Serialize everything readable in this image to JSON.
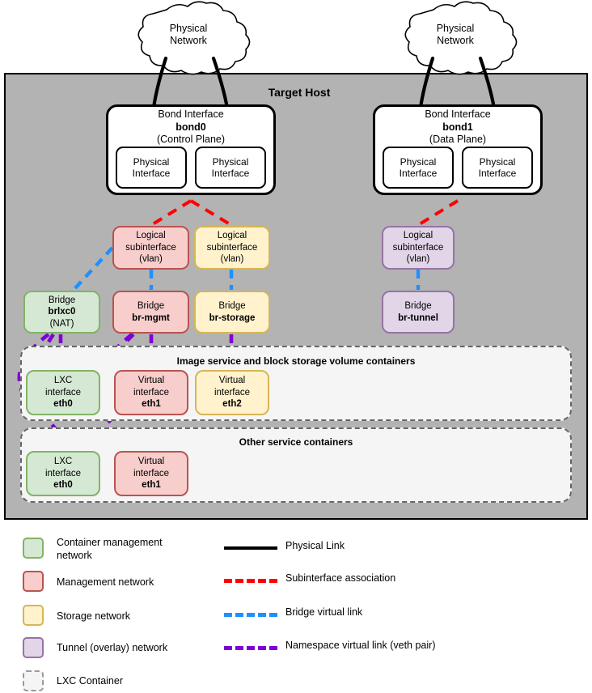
{
  "diagram": {
    "host": {
      "title": "Target Host",
      "bg_color": "#b3b3b3"
    },
    "clouds": [
      {
        "id": "cloud-left",
        "line1": "Physical",
        "line2": "Network"
      },
      {
        "id": "cloud-right",
        "line1": "Physical",
        "line2": "Network"
      }
    ],
    "bonds": [
      {
        "id": "bond0",
        "title": "Bond Interface",
        "name": "bond0",
        "role": "(Control Plane)",
        "ports": [
          {
            "line1": "Physical",
            "line2": "Interface"
          },
          {
            "line1": "Physical",
            "line2": "Interface"
          }
        ]
      },
      {
        "id": "bond1",
        "title": "Bond Interface",
        "name": "bond1",
        "role": "(Data Plane)",
        "ports": [
          {
            "line1": "Physical",
            "line2": "Interface"
          },
          {
            "line1": "Physical",
            "line2": "Interface"
          }
        ]
      }
    ],
    "subinterfaces": [
      {
        "id": "subif-mgmt",
        "line1": "Logical",
        "line2": "subinterface",
        "line3": "(vlan)",
        "color": "red"
      },
      {
        "id": "subif-storage",
        "line1": "Logical",
        "line2": "subinterface",
        "line3": "(vlan)",
        "color": "yellow"
      },
      {
        "id": "subif-tunnel",
        "line1": "Logical",
        "line2": "subinterface",
        "line3": "(vlan)",
        "color": "purple"
      }
    ],
    "bridges": [
      {
        "id": "bridge-brlxc0",
        "line1": "Bridge",
        "name": "brlxc0",
        "line3": "(NAT)",
        "color": "green"
      },
      {
        "id": "bridge-br-mgmt",
        "line1": "Bridge",
        "name": "br-mgmt",
        "line3": "",
        "color": "red"
      },
      {
        "id": "bridge-br-storage",
        "line1": "Bridge",
        "name": "br-storage",
        "line3": "",
        "color": "yellow"
      },
      {
        "id": "bridge-br-tunnel",
        "line1": "Bridge",
        "name": "br-tunnel",
        "line3": "",
        "color": "purple"
      }
    ],
    "container_groups": [
      {
        "id": "group-image-block",
        "title": "Image service and block storage volume containers",
        "interfaces": [
          {
            "id": "ifc-eth0-a",
            "line1": "LXC",
            "line2": "interface",
            "name": "eth0",
            "color": "green"
          },
          {
            "id": "ifc-eth1-a",
            "line1": "Virtual",
            "line2": "interface",
            "name": "eth1",
            "color": "red"
          },
          {
            "id": "ifc-eth2-a",
            "line1": "Virtual",
            "line2": "interface",
            "name": "eth2",
            "color": "yellow"
          }
        ]
      },
      {
        "id": "group-other",
        "title": "Other service containers",
        "interfaces": [
          {
            "id": "ifc-eth0-b",
            "line1": "LXC",
            "line2": "interface",
            "name": "eth0",
            "color": "green"
          },
          {
            "id": "ifc-eth1-b",
            "line1": "Virtual",
            "line2": "interface",
            "name": "eth1",
            "color": "red"
          }
        ]
      }
    ]
  },
  "legend": {
    "swatches": [
      {
        "id": "legend-container-management",
        "label_line1": "Container management",
        "label_line2": "network",
        "fill": "#d5e8d4",
        "stroke": "#82b366"
      },
      {
        "id": "legend-management",
        "label_line1": "Management network",
        "label_line2": "",
        "fill": "#f8cecc",
        "stroke": "#b85450"
      },
      {
        "id": "legend-storage",
        "label_line1": "Storage network",
        "label_line2": "",
        "fill": "#fff2cc",
        "stroke": "#d6b656"
      },
      {
        "id": "legend-tunnel",
        "label_line1": "Tunnel (overlay) network",
        "label_line2": "",
        "fill": "#e1d5e7",
        "stroke": "#9673a6"
      },
      {
        "id": "legend-lxc-container",
        "label_line1": "LXC Container",
        "label_line2": "",
        "fill": "#f5f5f5",
        "stroke": "#999999"
      }
    ],
    "lines": [
      {
        "id": "legend-physical-link",
        "label": "Physical Link",
        "color": "#000000",
        "style": "solid"
      },
      {
        "id": "legend-subif-assoc",
        "label": "Subinterface association",
        "color": "#ff0000",
        "style": "dashed"
      },
      {
        "id": "legend-bridge-link",
        "label": "Bridge virtual link",
        "color": "#1e90ff",
        "style": "dashed"
      },
      {
        "id": "legend-namespace-link",
        "label": "Namespace virtual link (veth pair)",
        "color": "#7f00d4",
        "style": "dashed"
      }
    ]
  },
  "colors": {
    "physical_link": "#000000",
    "subinterface_association": "#ff0000",
    "bridge_virtual_link": "#1e90ff",
    "namespace_virtual_link": "#7f00d4",
    "host_background": "#b3b3b3",
    "container_background": "#f5f5f5"
  }
}
